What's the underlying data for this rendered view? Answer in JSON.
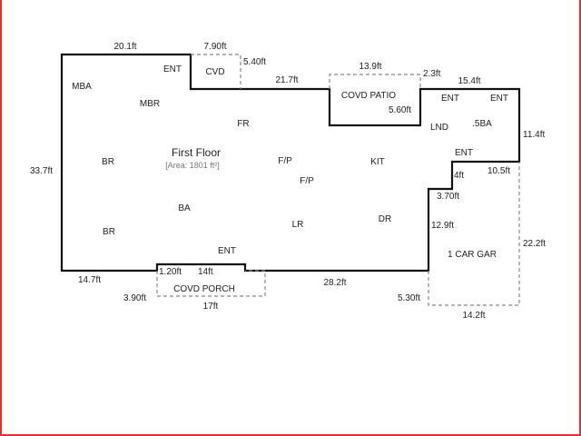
{
  "plan": {
    "title": "First Floor",
    "area": "[Area: 1801 ft²]",
    "dimensions": {
      "top_left": "20.1ft",
      "cvd_width": "7.90ft",
      "cvd_depth": "5.40ft",
      "top_mid": "21.7ft",
      "patio_width": "13.9ft",
      "patio_right": "2.3ft",
      "top_right": "15.4ft",
      "right_upper": "11.4ft",
      "patio_depth": "5.60ft",
      "left_side": "33.7ft",
      "step_right": "10.5ft",
      "step_small": "4ft",
      "step_left": "3.70ft",
      "garage_left": "12.9ft",
      "garage_right": "22.2ft",
      "bottom_left": "14.7ft",
      "porch_step": "1.20ft",
      "porch_top": "14ft",
      "bottom_mid": "28.2ft",
      "porch_depth": "3.90ft",
      "porch_width": "17ft",
      "garage_depth": "5.30ft",
      "garage_width": "14.2ft"
    },
    "rooms": {
      "mba": "MBA",
      "ent_top": "ENT",
      "cvd": "CVD",
      "mbr": "MBR",
      "fr": "FR",
      "covd_patio": "COVD PATIO",
      "ent_right1": "ENT",
      "ent_right2": "ENT",
      "lnd": "LND",
      "half_ba": ".5BA",
      "ent_mid": "ENT",
      "br_upper": "BR",
      "fp1": "F/P",
      "kit": "KIT",
      "fp2": "F/P",
      "ba": "BA",
      "br_lower": "BR",
      "lr": "LR",
      "dr": "DR",
      "garage": "1 CAR GAR",
      "ent_bottom": "ENT",
      "covd_porch": "COVD PORCH"
    }
  },
  "colors": {
    "frame": "#e03030",
    "wall": "#111111",
    "dashed": "#888888"
  }
}
